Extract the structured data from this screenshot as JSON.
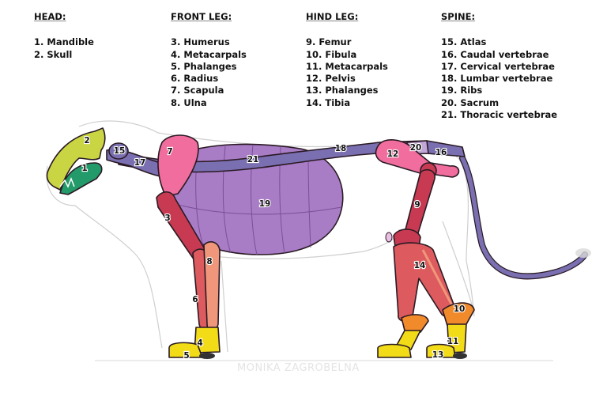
{
  "legend": {
    "head": {
      "heading": "HEAD:",
      "items": [
        "1. Mandible",
        "2. Skull"
      ]
    },
    "front_leg": {
      "heading": "FRONT LEG:",
      "items": [
        "3. Humerus",
        "4. Metacarpals",
        "5. Phalanges",
        "6. Radius",
        "7. Scapula",
        "8. Ulna"
      ]
    },
    "hind_leg": {
      "heading": "HIND LEG:",
      "items": [
        "9. Femur",
        "10. Fibula",
        "11. Metacarpals",
        "12. Pelvis",
        "13. Phalanges",
        "14. Tibia"
      ]
    },
    "spine": {
      "heading": "SPINE:",
      "items": [
        "15. Atlas",
        "16. Caudal vertebrae",
        "17. Cervical vertebrae",
        "18. Lumbar vertebrae",
        "19. Ribs",
        "20. Sacrum",
        "21. Thoracic vertebrae"
      ]
    }
  },
  "labels": {
    "n1": "1",
    "n2": "2",
    "n3": "3",
    "n4": "4",
    "n5": "5",
    "n6": "6",
    "n7": "7",
    "n8": "8",
    "n9": "9",
    "n10": "10",
    "n11": "11",
    "n12": "12",
    "n13": "13",
    "n14": "14",
    "n15": "15",
    "n16": "16",
    "n17": "17",
    "n18": "18",
    "n19": "19",
    "n20": "20",
    "n21": "21"
  },
  "colors": {
    "skull": "#c9d542",
    "mandible": "#239a6a",
    "spine": "#7a6fb0",
    "ribs": "#a97cc6",
    "scapula_pelvis": "#f06d9d",
    "humerus_femur": "#c73a52",
    "radius_tibia": "#dd5a5e",
    "ulna": "#f0967a",
    "metacarpals": "#f2dc18",
    "fibula_ankle": "#f08a2a"
  },
  "watermark": "MONIKA ZAGROBELNA"
}
